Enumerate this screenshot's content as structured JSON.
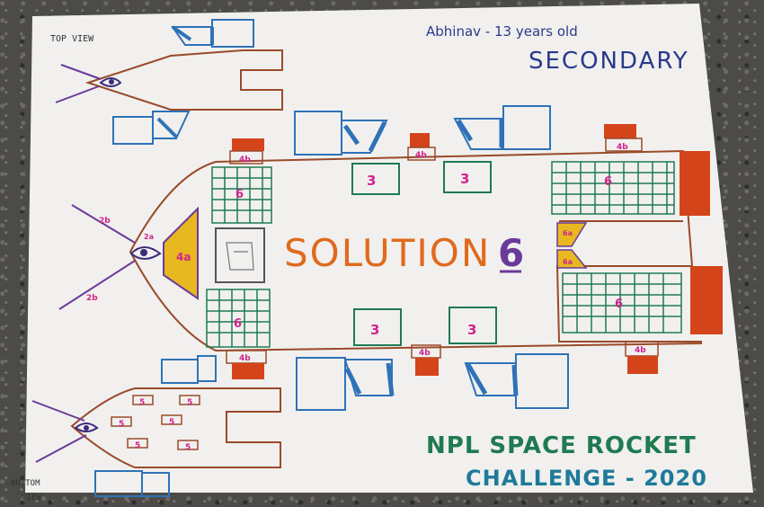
{
  "labels": {
    "top_view": "TOP VIEW",
    "bottom_view_1": "BOTTOM",
    "bottom_view_2": "VIEW",
    "author": "Abhinav  -  13 years old",
    "level": "SECONDARY",
    "solution_word": "SOLUTION",
    "solution_num": "6",
    "footer_line1": "NPL SPACE ROCKET",
    "footer_line2": "CHALLENGE - 2020"
  },
  "parts": {
    "p4a": "4a",
    "p6": "6",
    "p3": "3",
    "p4b": "4b",
    "p2a": "2a",
    "p2b": "2b",
    "p6a": "6a",
    "p5": "5"
  },
  "colors": {
    "paper": "#f1f0ee",
    "hull": "#9a4a2a",
    "blue": "#2f72b8",
    "green": "#1f7a52",
    "purple": "#6a3a9a",
    "orange": "#e06a1e",
    "magenta": "#d0248c",
    "yellow": "#e8b820",
    "red_exhaust": "#d4441a"
  }
}
